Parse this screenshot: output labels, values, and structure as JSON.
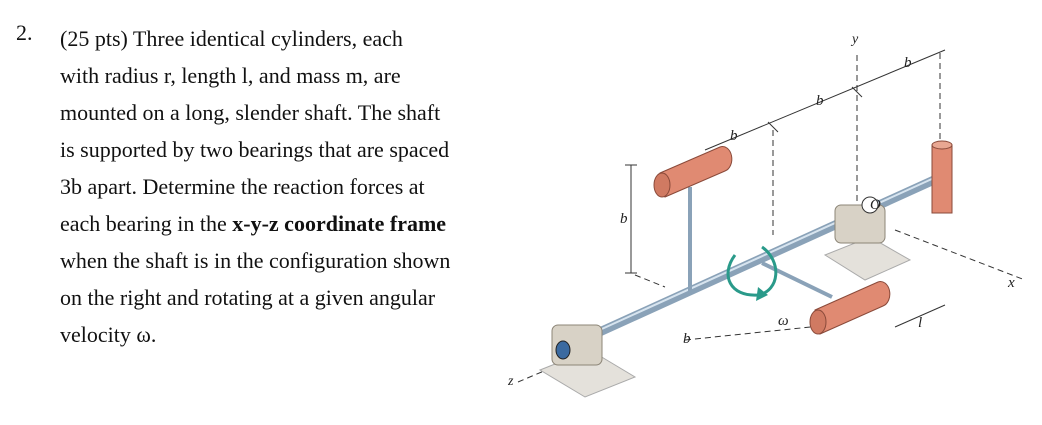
{
  "problem": {
    "number": "2.",
    "lines": [
      {
        "pre": "(25 pts) Three identical cylinders, each",
        "bold": "",
        "post": ""
      },
      {
        "pre": "with radius r, length l, and mass m, are",
        "bold": "",
        "post": ""
      },
      {
        "pre": "mounted on a long, slender shaft. The shaft",
        "bold": "",
        "post": ""
      },
      {
        "pre": "is supported by two bearings that are spaced",
        "bold": "",
        "post": ""
      },
      {
        "pre": "3b apart. Determine the reaction forces at",
        "bold": "",
        "post": ""
      },
      {
        "pre": "each bearing in the ",
        "bold": "x-y-z coordinate frame",
        "post": ""
      },
      {
        "pre": "when the shaft is in the configuration shown",
        "bold": "",
        "post": ""
      },
      {
        "pre": "on the right and rotating at a given angular",
        "bold": "",
        "post": ""
      },
      {
        "pre": "velocity ω.",
        "bold": "",
        "post": ""
      }
    ]
  },
  "figure": {
    "labels": {
      "y": "y",
      "x": "x",
      "z": "z",
      "O": "O",
      "b_top1": "b",
      "b_top2": "b",
      "b_top3": "b",
      "b_vert": "b",
      "b_bottom": "b",
      "l": "l",
      "omega": "ω"
    },
    "colors": {
      "cylinder": "#e08a72",
      "shaft": "#9fb4c8",
      "bearing": "#d8d2c6",
      "base": "#e4e1db",
      "arrow": "#2a9a8a"
    }
  }
}
